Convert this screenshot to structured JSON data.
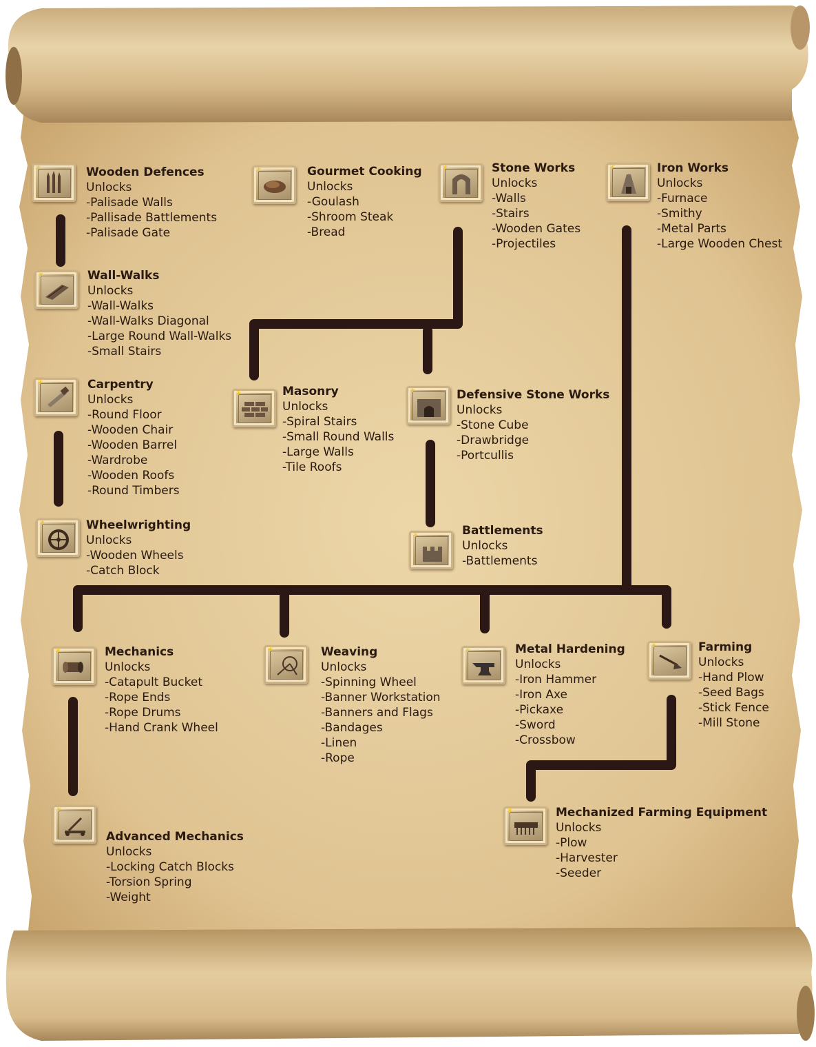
{
  "unlocks_label": "Unlocks",
  "nodes": {
    "wooden_defences": {
      "title": "Wooden Defences",
      "items": [
        "-Palisade Walls",
        "-Pallisade Battlements",
        "-Palisade Gate"
      ]
    },
    "gourmet_cooking": {
      "title": "Gourmet Cooking",
      "items": [
        "-Goulash",
        "-Shroom Steak",
        "-Bread"
      ]
    },
    "stone_works": {
      "title": "Stone Works",
      "items": [
        "-Walls",
        "-Stairs",
        "-Wooden Gates",
        "-Projectiles"
      ]
    },
    "iron_works": {
      "title": "Iron Works",
      "items": [
        "-Furnace",
        "-Smithy",
        "-Metal Parts",
        "-Large Wooden Chest"
      ]
    },
    "wall_walks": {
      "title": "Wall-Walks",
      "items": [
        "-Wall-Walks",
        "-Wall-Walks Diagonal",
        "-Large Round Wall-Walks",
        "-Small Stairs"
      ]
    },
    "carpentry": {
      "title": "Carpentry",
      "items": [
        "-Round Floor",
        "-Wooden Chair",
        "-Wooden Barrel",
        "-Wardrobe",
        "-Wooden Roofs",
        "-Round Timbers"
      ]
    },
    "masonry": {
      "title": "Masonry",
      "items": [
        "-Spiral Stairs",
        "-Small Round Walls",
        "-Large Walls",
        "-Tile Roofs"
      ]
    },
    "defensive_stone_works": {
      "title": "Defensive Stone Works",
      "items": [
        "-Stone Cube",
        "-Drawbridge",
        "-Portcullis"
      ]
    },
    "wheelwrighting": {
      "title": "Wheelwrighting",
      "items": [
        "-Wooden Wheels",
        "-Catch Block"
      ]
    },
    "battlements": {
      "title": "Battlements",
      "items": [
        "-Battlements"
      ]
    },
    "mechanics": {
      "title": "Mechanics",
      "items": [
        "-Catapult Bucket",
        "-Rope Ends",
        "-Rope Drums",
        "-Hand Crank Wheel"
      ]
    },
    "weaving": {
      "title": "Weaving",
      "items": [
        "-Spinning Wheel",
        "-Banner Workstation",
        "-Banners and Flags",
        "-Bandages",
        "-Linen",
        "-Rope"
      ]
    },
    "metal_hardening": {
      "title": "Metal Hardening",
      "items": [
        "-Iron Hammer",
        "-Iron Axe",
        "-Pickaxe",
        "-Sword",
        "-Crossbow"
      ]
    },
    "farming": {
      "title": "Farming",
      "items": [
        "-Hand Plow",
        "-Seed Bags",
        "-Stick Fence",
        "-Mill Stone"
      ]
    },
    "advanced_mechanics": {
      "title": "Advanced Mechanics",
      "items": [
        "-Locking Catch Blocks",
        "-Torsion Spring",
        "-Weight"
      ]
    },
    "mechanized_farming_equipment": {
      "title": "Mechanized Farming Equipment",
      "items": [
        "-Plow",
        "-Harvester",
        "-Seeder"
      ]
    }
  },
  "icons": {
    "wooden_defences": "palisade-icon",
    "gourmet_cooking": "bread-icon",
    "stone_works": "stone-arch-icon",
    "iron_works": "furnace-icon",
    "wall_walks": "wall-walk-icon",
    "carpentry": "saw-icon",
    "masonry": "brick-wall-icon",
    "defensive_stone_works": "stone-gate-icon",
    "wheelwrighting": "wheel-icon",
    "battlements": "battlement-icon",
    "mechanics": "rope-drum-icon",
    "weaving": "spinning-wheel-icon",
    "metal_hardening": "anvil-icon",
    "farming": "plow-icon",
    "advanced_mechanics": "catapult-icon",
    "mechanized_farming_equipment": "harvester-icon"
  },
  "colors": {
    "connector": "#2b1713",
    "text": "#2a1a10",
    "parchment": "#e6cf9f",
    "star": "#f2c21a"
  }
}
